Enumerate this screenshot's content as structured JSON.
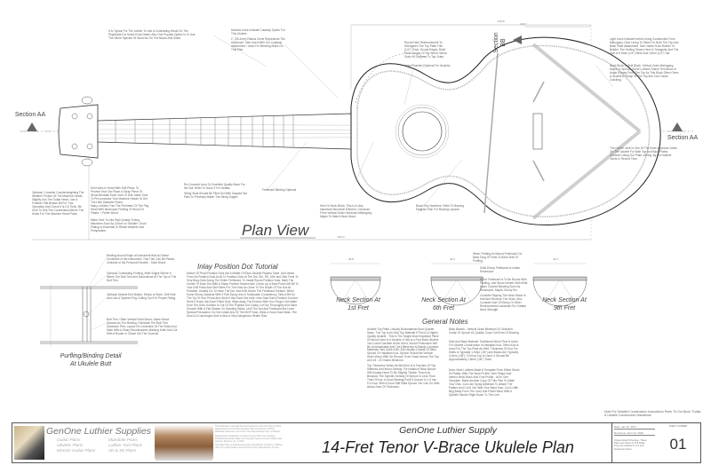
{
  "drawing": {
    "main_title": "Plan View",
    "section_aa_left": "Section AA",
    "section_aa_right": "Section AA",
    "section_bb": "Section BB",
    "dimensions": {
      "total_top": "149.8",
      "bridge_top": "110.7",
      "body_right": "110.5",
      "nut_width": "35.0",
      "fret_1": "36.8",
      "fret_6": "40.3",
      "fret_9": "42.0",
      "body_bottom": "215.9",
      "bottom_total": "612.4"
    },
    "inlay_tutorial": {
      "title": "Inlay Position Dot Tutorial",
      "text": "Mother Of Pearl Position Dots Are A Matter Of Each Ukulele Players Taste. And Varies From No Position Dots At All To Position Dots At The 3rd, 5th, 7th, 10th and 15th Frets To Very Busy Dots Along The Entire Fretboard. To Install Round Position Dots, Mark The Center Of Each Dot With A Sharp Pointed Scratch Awl. Check Up A Brad Point Drill Bit To Your Drill Press And Drill Holes For The Dots As Close To The Depth Of The Dot As Possible. Usually Go To Have The Dot Just A Bit Above The Fretboard Surface. When Some Ebony Sawdust With 3 Part Epoxy Into A Toothpaste Consistency. Take A Bit On The Tip Of Your Pencil And Work It Into Each Dot Hole. Now Take Each Position Dot And Work It Down Into Each Filled Hole, Wipe Away The Excess With Your Finger. Not Make Sure The Dot's Surface Is Out Of The Position Dot Cavity. Let Dry Thoroughly And Sand Smooth With A Flat Sander On Sanding Sticks, Until The Dot And Fretboard Are Level. Special Precaution: Do Not Inhale Any Of The MOP Dust. Wear A Good Dust Mask. The Dust Is A Carcinogen And Is Also A Very Dangerous Health Risk."
    },
    "purfling_detail": {
      "title_line1": "Purfling/Binding Detail",
      "title_line2": "At Ukulele Butt",
      "notes": [
        "Binding Around Edge of Instrument Butt at Global Centerline of the Instrument. This Trim Can Be Plastic, Celluloid or My Personal Favorite - Solid Wood.",
        "Optional Contrasting Purfling, Miter Edges Where It Meets The Butt Trim and Discontinue At The Top of The Butt Trim.",
        "Optional Ukulele End Button. Ebony or Bone. Drill Hole And Use A Tapered Peg Cutting Tool For Proper Fitting.",
        "Butt Trim. Often Vertical Solid Wood, Same Wood Species As The Binding. Fabricate The Butt Trim Sandwich First. Layout On Centerline Of The Sides And Mark With A Sharp Woodworkers Marking Knife And Cut With A Router or Chisel Out The Channel."
      ]
    },
    "neck_sections": [
      {
        "line1": "Neck Section At",
        "line2": "1st Fret"
      },
      {
        "line1": "Neck Section At",
        "line2": "6th Fret"
      },
      {
        "line1": "Neck Section At",
        "line2": "9th Fret"
      }
    ],
    "neck_notes": [
      "When Fretting An Bound Fretboard Cut Back Tang Of Frets To Back Side Of Purfling.",
      "Solid Ebony Fretboard or Indian Rosewood.",
      "If The Fretboard Is To Be Bound With Purfling, Use Wood Veneer With Multi-Layer Colored Banding Such As Rosewood, Maple, Ebony Etc.",
      "Consider Ripping The Neck Wood In Half And Reverse The Grain. Also Consider Use Of Ebony Or Other Reinforcement Laminate For Greater Neck Strength."
    ],
    "general_notes": {
      "title": "General Notes",
      "left": [
        "Ukulele Top Plate, Usually Bookmatched And Quarter Sawn. The Top is An AAA Top Material If This Is A Higher Quality Ukulele - This Is The Single Most Important Piece Of Wood Used In A Ukulele. If this is a First Build Ukulele You Could Consider All Air Dried. Sound Production Will Be Unremarkable And The Difference is Mainly Cosmetic.",
        "Materials Vary Quite A Bit, But Usually Consist Of Sitka Spruce Or Hawaiian Koa. Spruce Should Be Vertical Grain Wood With No Runout. Even Grain Across The Top And 18 - 20 Grains Minimum.",
        "Top Thickness Varies As Well And Is A Function Of Top Stiffness And Wood Density. For Instance Sitka Spruce Will Usually Need To Be Slightly Thicker Than Koa Because The Specific Density Of Spruce Is Less Than That Of Koa. A Good Starting Point If Unsure Is 1.5 mm For Koa, With A Good Stiff Sitka Spruce You Can Go With About 2mm Of Thickness."
      ],
      "right": [
        "Back Braces - Vertical Grain Minimum 20 Grains/In. Cedar Or Spruce #1 Quality. Cope Out Ends Of Bracing.",
        "Side And Back Material: Traditional Wood That Is Used For Ukulele Construction Is Hawaiian Koa. Often Koa Is Used For The Top Plate As Well. Thickness Of Koa For Sides Is Typically 1.5mm (.06\") and Backs Are Typically 2.0mm (.08\"). If A Koa Top Is Used, It Should Be Approximately 1.5mm (.06\") Thick.",
        "Note: Most Luthiers Make A Template From Either Wood Or Plastic With The Neck Profile, Heel Shape And Interior Neck Block And Foot Profile - All In One Template. Make Another Copy Of This Plan To Make Your Own. Just Use Spray Adhesive To Attach The Pattern And Cut It Out With Your Band Saw. Cut A Little Big (Away From The Line) And Finish Sand With A Spindle Sander Right Down To The Line."
      ]
    },
    "top_notes": [
      "Dashed Lines Indicate Cutaway Option For This Ukulele.",
      "1\" (25.4mm) Radius Circle Represents The Aluminum Tube Used With Our Cutaway Attachment / Used For Bending Sides On This Plan.",
      "Round Heel Reinforcement To Strengthen The Top Plate Trim (1/4\") Thick. Round Edges. Build From Scraps Of Top Wood. Wood Grain 90 Degrees To Top Grain.",
      "Inlaid Rosette (Optional For Ukulele)",
      "Light Lines Indicate Kerfed Lining Constructed From Mahogany. Glue Lining To Sides For Both The Top And Back Plate Attachment. Size Varies From Builder To Builder. The Kerfing Shown Here is Triangular And The Size is 6.5mm (1/4\") Wide And 12mm (1/2\") Tall.",
      "Neck Block or Butt Block. Vertical Grain Mahogany, Maple or Spruce. Some Luthiers Shave This Block or Angle It Away From The Top As This Block Often Gives A Ukulele A 'Hump' In The Top And Can Cause Cracking.",
      "The Center Joint Is One Of The Most Important Joints On The Ukulele For Both Top And Back Plates. Consider Using Our Plate Joining Jig For Hairline Joints In Record Time.",
      "It Is Typical For The Luthier To Use A Contrasting Wood On The Pegheads For Some Extra Detail. Also One Popular Option Is To Use The Same Species Of Wood As On The Backs And Sides.",
      "Optional: Consider Counterweighting The Weather Portion Of The Machine Heads Slightly Into The Guitar Head. Use A Forstner Flat Bottom Bit For This Operation And Check It Is 0.6 Thick. Be Sure To Drill The Countersink Before The Holes For The Machine Head Posts.",
      "Drill Holes In Head With Drill Press. To Prevent Tear-Out Place A Scrap Piece Of Wood Beneath Each Hole Of Drill. Make Sure To Pre-purchase Your Machine Heads To Get The Hole Diameter Exact.",
      "Many Luthiers Trim The Perimeter Of The Peg Head With Multi-layer Purfling Of Wood Or Plastic. I Prefer Wood.",
      "Make Sure To Use High Quality Tuning Machines Such As Grover or Schaller. Good Plating Is Essential To Resist Weather And Perspiration.",
      "Re-Crowned Ivory Or Excellent Quality Bone For the Nut. Refer To Issue 3 For Details.",
      "String Slots Should Be Filed Out With Gapped Nut Files To Precisely Match The String Gages.",
      "Fretboard Binding Optional",
      "Heel Or Neck Block. This Is A Very Important Structural Element. Construct From Vertical Grain Honduran Mahogany, Maple Or Match Neck Wood.",
      "Brace Key Numbers. Refer To Bracing Diagram Plan For Bracing Layouts."
    ],
    "footer_note": "Note For Detailed Construction Instructions Refer To Our Book \"Guitar & Ukulele Construction Handbook"
  },
  "title_block": {
    "brand": "GenOne Luthier Supplies",
    "products_col1": [
      "Guitar Plans",
      "Ukulele Plans",
      "Electric Guitar Plans"
    ],
    "products_col2": [
      "Mandolin Plans",
      "Luthier Tool Plans",
      "2D & 3D Plans"
    ],
    "copyright": [
      "This Drawing Is Copyright And Is Licensed For One-Use Only And Not Reproduced For Any Other Purpose Than Construction Of This Particular Instrument, and is One Time Reproduction Only Is Allowed.",
      "Reproduction, Distribution or Sales For Any Other Use is Strictly Prohibited And Fully Liable To A Copyright Laws For Geoff Luthiers and GenOne Services, Inc. © 2020",
      "This Sheet Size Is Architectural E Size Overall Size is 914mm x 609mm (36\"x 24\") Verify Scale Is Correct Prior To Any Reproduction Or Use."
    ],
    "company": "GenOne Luthier Supply",
    "plan_title": "14-Fret Tenor V-Brace Ukulele Plan",
    "date": "Date: Jan 15, 2017",
    "revision": "Revisions: April 13, 2020",
    "units_note": "Unless Noted Otherwise, These Plans Are Drawn In Full Scale They Are Labeled In mm and Fractional Inches",
    "sheet_label": "SHEET NUMBER",
    "sheet_number": "01"
  }
}
